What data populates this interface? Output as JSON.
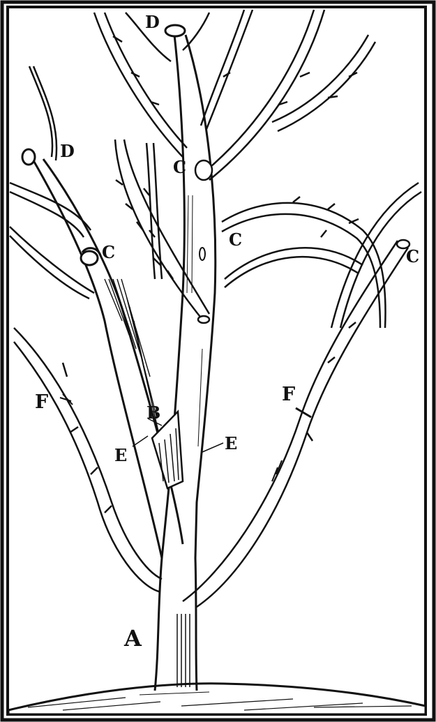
{
  "labels": {
    "a": "A",
    "b": "B",
    "c": "C",
    "d": "D",
    "e": "E",
    "f": "F"
  },
  "colors": {
    "ink": "#111111",
    "paper": "#ffffff"
  }
}
